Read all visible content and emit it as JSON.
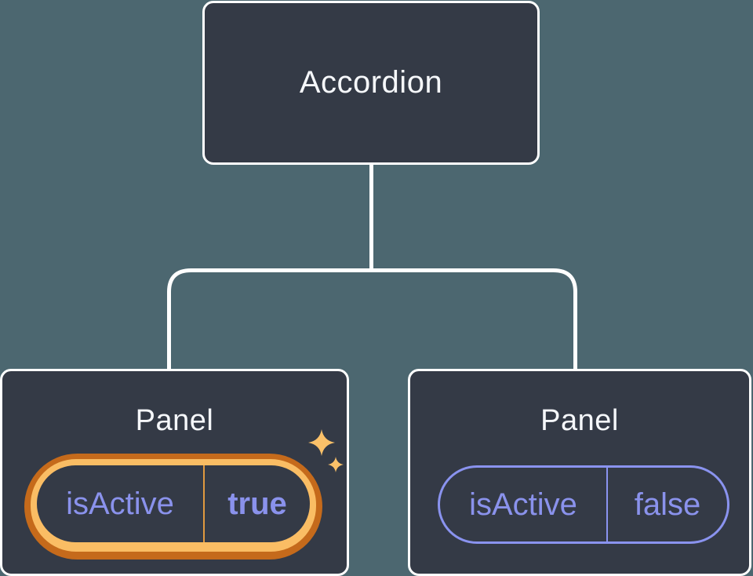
{
  "colors": {
    "background": "#4c6770",
    "node_fill": "#343a46",
    "node_border": "#ffffff",
    "connector": "#ffffff",
    "title_text": "#f5f7fa",
    "prop_text": "#8a92ec",
    "pill_outline": "#8a93ef",
    "highlight_outer": "#c56a1b",
    "highlight_inner": "#fabd64",
    "highlight_divider": "#e0993f",
    "sparkle": "#fbc169"
  },
  "icons": {
    "sparkles": "four-point-star-sparkles"
  },
  "tree": {
    "root": {
      "label": "Accordion"
    },
    "children": [
      {
        "title": "Panel",
        "prop": {
          "name": "isActive",
          "value": "true"
        },
        "highlighted": true
      },
      {
        "title": "Panel",
        "prop": {
          "name": "isActive",
          "value": "false"
        },
        "highlighted": false
      }
    ]
  }
}
